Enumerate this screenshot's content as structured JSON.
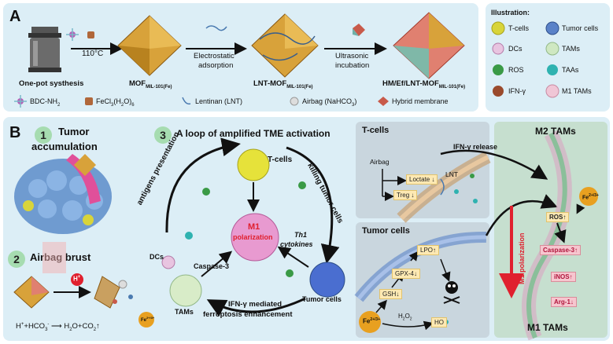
{
  "panel_a": {
    "label": "A",
    "temp": "110°C",
    "step1": "Electrostatic",
    "step1b": "adsorption",
    "step2": "Ultrasonic",
    "step2b": "incubation",
    "cap1": "One-pot systhesis",
    "cap2": "MOF",
    "cap2_sub": "MIL-101(Fe)",
    "cap3": "LNT-MOF",
    "cap3_sub": "MIL-101(Fe)",
    "cap4": "HM/Ef/LNT-MOF",
    "cap4_sub": "MIL-101(Fe)",
    "legend": {
      "l1": "BDC-NH",
      "l1_sub": "2",
      "l2": "FeCl",
      "l2_sub": "3",
      "l2_rest": "(H",
      "l2_sub2": "2",
      "l2_rest2": "O)",
      "l2_sub3": "6",
      "l3": "Lentinan (LNT)",
      "l4": "Airbag (NaHCO",
      "l4_sub": "3",
      "l4_end": ")",
      "l5": "Hybrid membrane"
    }
  },
  "illustration": {
    "title": "Illustration:",
    "items": [
      "T-cells",
      "Tumor cells",
      "DCs",
      "TAMs",
      "ROS",
      "TAAs",
      "IFN-γ",
      "M1 TAMs"
    ]
  },
  "panel_b": {
    "label": "B",
    "n1": "1",
    "h1a": "Tumor",
    "h1b": "accumulation",
    "n2": "2",
    "h2": "Airbag brust",
    "n3": "3",
    "h3": "A loop of amplified TME activation",
    "hplus": "H",
    "hplus_sup": "+",
    "eq_left": "H",
    "eq_left_sup": "+",
    "eq_mid": "+HCO",
    "eq_mid_sub": "3",
    "eq_mid_sup": "-",
    "eq_right": "H",
    "eq_right_sub": "2",
    "eq_right_rest": "O+CO",
    "eq_right_sub2": "2",
    "eq_up": "↑",
    "fe_badge": "Fe",
    "fe_badge_sup": "2+/3+",
    "loop": {
      "tcells": "T-cells",
      "dcs": "DCs",
      "tams": "TAMs",
      "tumor": "Tumor cells",
      "antigens": "antigens presentation",
      "killing": "killing tumor cells",
      "ifn": "IFN-γ mediated",
      "ferro": "ferroptosis enhancement",
      "th1a": "Th1",
      "th1b": "cytokines",
      "casp": "Caspase-3",
      "m1a": "M1",
      "m1b": "polarization"
    },
    "tc_panel": {
      "title": "T-cells",
      "airbag": "Airbag",
      "loctate": "Loctate ↓",
      "treg": "Treg ↓",
      "lnt": "LNT"
    },
    "tumor_panel": {
      "title": "Tumor cells",
      "lpo": "LPO↑",
      "gpx": "GPX-4↓",
      "gsh": "GSH↓",
      "fe": "Fe",
      "fe_sup": "2+/3+",
      "h2o2": "H",
      "h2o2_sub": "2",
      "h2o2_b": "O",
      "h2o2_sub2": "2",
      "ho": "HO"
    },
    "tam_panel": {
      "m2": "M2 TAMs",
      "m1": "M1 TAMs",
      "ifn_release": "IFN-γ release",
      "fe": "Fe",
      "fe_sup": "2+/3+",
      "ros": "ROS↑",
      "casp": "Caspase-3↑",
      "inos": "iNOS↑",
      "arg": "Arg-1↓",
      "m1pol": "M1 polarization"
    }
  },
  "colors": {
    "panel_bg": "#dceef6",
    "sub_bg": "#c9d6de",
    "tam_bg": "#c6dfcf",
    "arrow_red": "#e0202e",
    "highlight": "#fde9b3"
  }
}
